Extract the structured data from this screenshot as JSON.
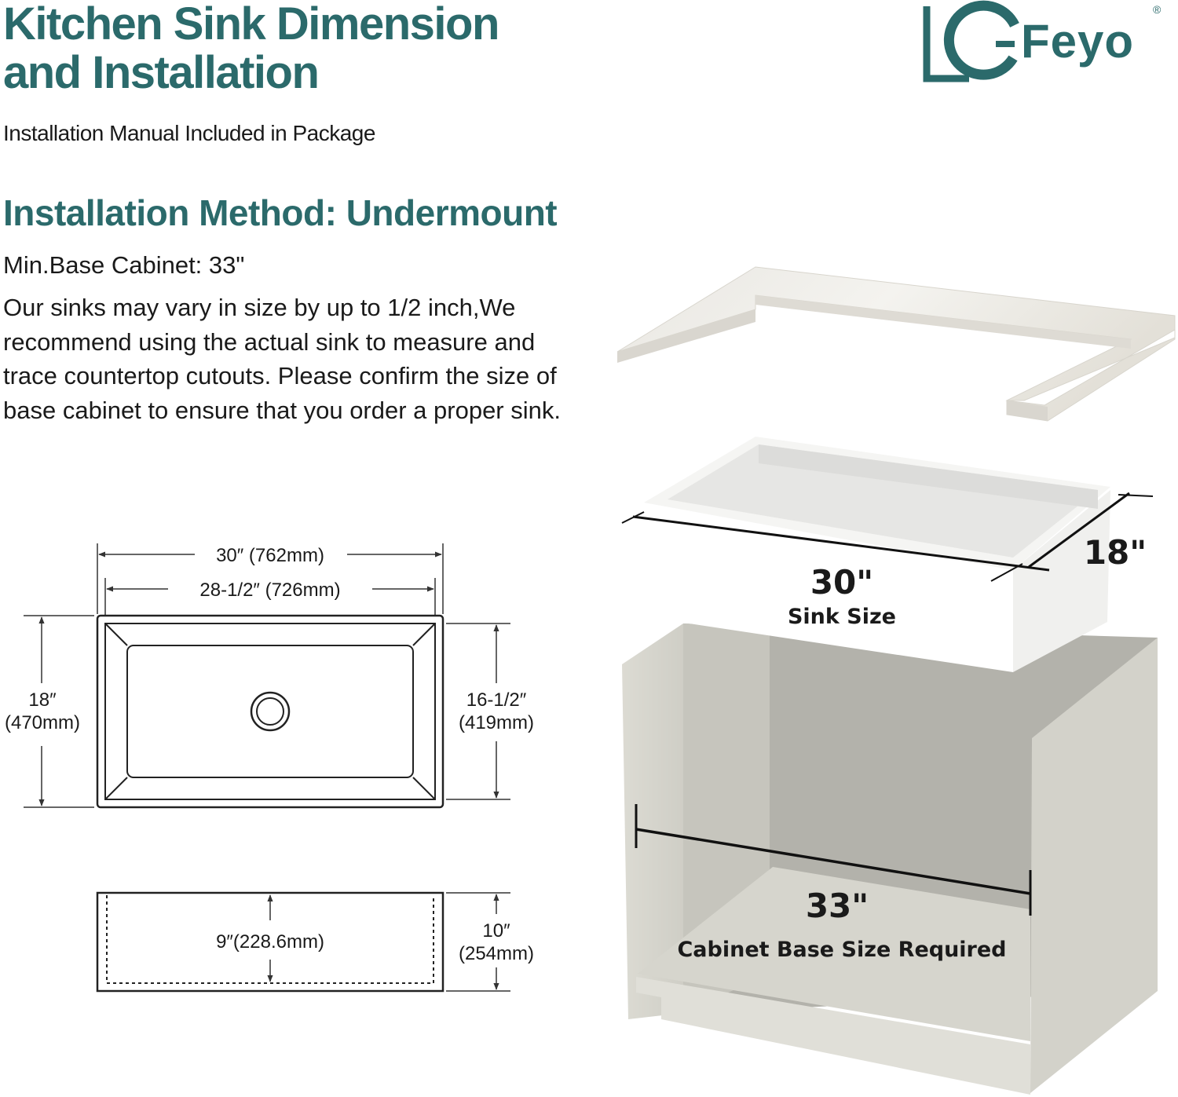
{
  "header": {
    "title_line1": "Kitchen Sink Dimension",
    "title_line2": "and Installation",
    "subtitle": "Installation Manual Included in Package"
  },
  "brand": {
    "name": "Feyo",
    "registered": "®",
    "color": "#2b6a6b"
  },
  "install": {
    "method": "Installation Method: Undermount",
    "min_cabinet": "Min.Base Cabinet: 33\"",
    "description": "Our sinks may vary in size by up to 1/2 inch,We recommend using the actual sink to measure and trace countertop cutouts. Please confirm the size of base cabinet to ensure that you order a proper sink."
  },
  "top_view": {
    "outer_width": "30″ (762mm)",
    "inner_width": "28-1/2″ (726mm)",
    "outer_depth": "18″",
    "outer_depth_mm": "(470mm)",
    "inner_depth": "16-1/2″",
    "inner_depth_mm": "(419mm)"
  },
  "side_view": {
    "inner_height": "9″(228.6mm)",
    "outer_height": "10″",
    "outer_height_mm": "(254mm)"
  },
  "illustration": {
    "sink_width": "30\"",
    "sink_depth": "18\"",
    "sink_label": "Sink Size",
    "cabinet_width": "33\"",
    "cabinet_label": "Cabinet Base Size Required"
  }
}
